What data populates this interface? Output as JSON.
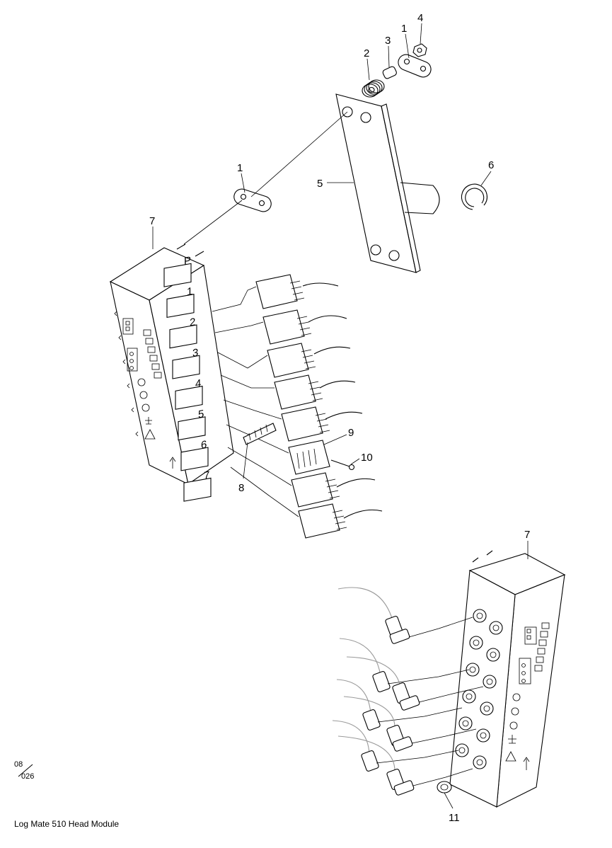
{
  "callouts": {
    "c1a": "1",
    "c1b": "1",
    "c2": "2",
    "c3": "3",
    "c4": "4",
    "c5": "5",
    "c6": "6",
    "c7a": "7",
    "c7b": "7",
    "c8": "8",
    "c9": "9",
    "c10": "10",
    "c11": "11"
  },
  "page": {
    "number_top": "08",
    "number_bottom": "026"
  },
  "footer": {
    "title": "Log Mate 510 Head Module"
  }
}
